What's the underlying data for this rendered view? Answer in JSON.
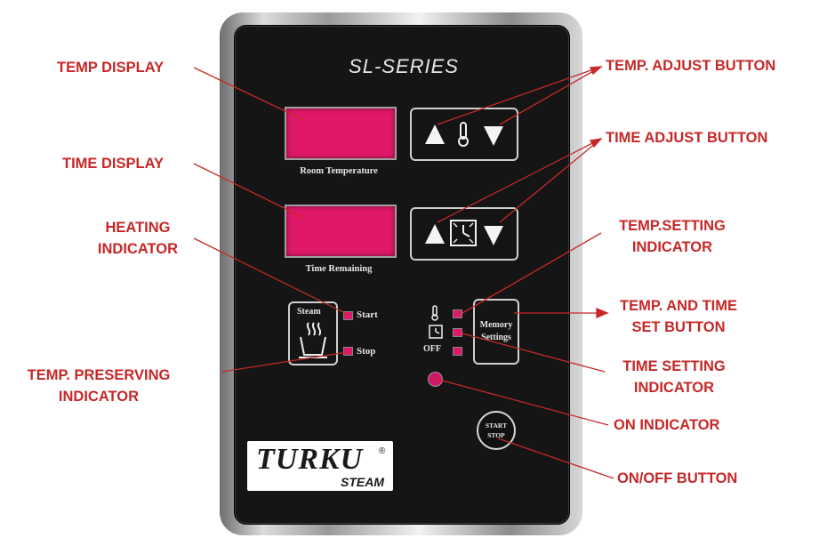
{
  "panel": {
    "brand": "SL-SERIES",
    "temp_caption": "Room Temperature",
    "time_caption": "Time Remaining",
    "steam_label": "Steam",
    "start_label": "Start",
    "stop_label": "Stop",
    "off_label": "OFF",
    "memory_label_1": "Memory",
    "memory_label_2": "Settings",
    "startstop_label_1": "START",
    "startstop_label_2": "STOP",
    "logo_main": "TURKU",
    "logo_reg": "®",
    "logo_sub": "STEAM"
  },
  "labels": {
    "temp_display": "TEMP DISPLAY",
    "time_display": "TIME DISPLAY",
    "heating_1": "HEATING",
    "heating_2": "INDICATOR",
    "preserving_1": "TEMP. PRESERVING",
    "preserving_2": "INDICATOR",
    "temp_adjust": "TEMP. ADJUST BUTTON",
    "time_adjust": "TIME ADJUST BUTTON",
    "temp_setting_1": "TEMP.SETTING",
    "temp_setting_2": "INDICATOR",
    "set_button_1": "TEMP. AND TIME",
    "set_button_2": "SET BUTTON",
    "time_setting_1": "TIME SETTING",
    "time_setting_2": "INDICATOR",
    "on_indicator": "ON INDICATOR",
    "onoff_button": "ON/OFF BUTTON"
  },
  "colors": {
    "label_red": "#c62828",
    "display_pink": "#e0186a",
    "panel_black": "#151515"
  }
}
